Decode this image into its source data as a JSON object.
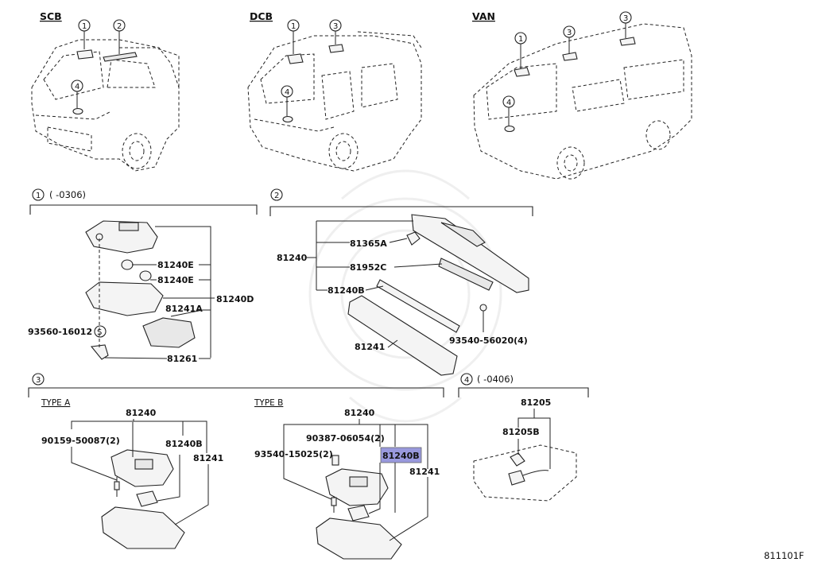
{
  "vehicles": {
    "scb": "SCB",
    "dcb": "DCB",
    "van": "VAN"
  },
  "callouts": {
    "c1": "1",
    "c2": "2",
    "c3": "3",
    "c4": "4"
  },
  "section1": {
    "marker": "1",
    "range": "(    -0306)",
    "labels": {
      "p81240e_a": "81240E",
      "p81240e_b": "81240E",
      "p81240d": "81240D",
      "p81241a": "81241A",
      "p93560": "93560-16012",
      "s_mark": "S",
      "p81261": "81261"
    }
  },
  "section2": {
    "marker": "2",
    "labels": {
      "p81365a": "81365A",
      "p81240": "81240",
      "p81952c": "81952C",
      "p81240b": "81240B",
      "p81241": "81241",
      "p93540_56020": "93540-56020(4)"
    }
  },
  "section3": {
    "marker": "3",
    "type_a": {
      "title": "TYPE A",
      "p81240": "81240",
      "p90159": "90159-50087(2)",
      "p81240b": "81240B",
      "p81241": "81241"
    },
    "type_b": {
      "title": "TYPE B",
      "p81240": "81240",
      "p90387": "90387-06054(2)",
      "p93540": "93540-15025(2)",
      "p81240b": "81240B",
      "p81241": "81241"
    }
  },
  "section4": {
    "marker": "4",
    "range": "(    -0406)",
    "p81205": "81205",
    "p81205b": "81205B"
  },
  "figure_code": "811101F",
  "colors": {
    "highlight": "#9999dd",
    "ink": "#222222"
  }
}
